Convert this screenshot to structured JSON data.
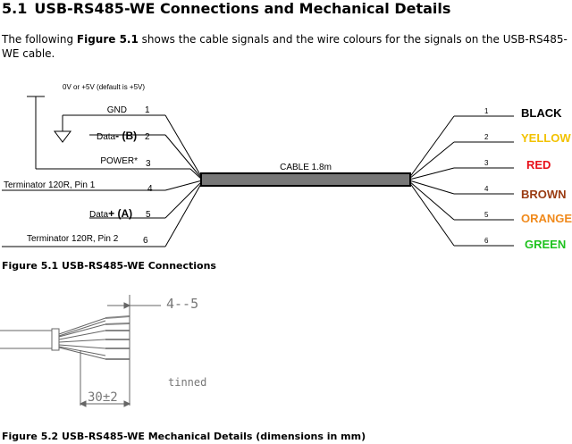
{
  "section": {
    "number": "5.1",
    "title": "USB-RS485-WE Connections and Mechanical Details"
  },
  "intro": {
    "before": "The following ",
    "ref": "Figure 5.1",
    "after": " shows the cable signals and the wire colours for the signals on the USB-RS485-WE cable."
  },
  "figure1": {
    "supply_note": "0V or +5V (default is +5V)",
    "cable_label": "CABLE 1.8m",
    "left_wires": [
      {
        "label": "GND",
        "pin": "1"
      },
      {
        "label": "Data",
        "suffix": "- (B)",
        "pin": "2"
      },
      {
        "label": "POWER*",
        "pin": "3"
      },
      {
        "label": "Terminator 120R, Pin 1",
        "pin": "4"
      },
      {
        "label": "Data",
        "suffix": "+ (A)",
        "pin": "5"
      },
      {
        "label": "Terminator 120R, Pin 2",
        "pin": "6"
      }
    ],
    "right_wires": [
      {
        "pin": "1",
        "colour": "BLACK",
        "hex": "#000000"
      },
      {
        "pin": "2",
        "colour": "YELLOW",
        "hex": "#f2c200"
      },
      {
        "pin": "3",
        "colour": "RED",
        "hex": "#e8101a"
      },
      {
        "pin": "4",
        "colour": "BROWN",
        "hex": "#9a3b12"
      },
      {
        "pin": "5",
        "colour": "ORANGE",
        "hex": "#f08a1c"
      },
      {
        "pin": "6",
        "colour": "GREEN",
        "hex": "#1ec21e"
      }
    ],
    "caption": "Figure 5.1 USB-RS485-WE Connections"
  },
  "figure2": {
    "strip_length": "4--5",
    "tinned_note": "tinned",
    "sheath_length": "30±2",
    "caption": "Figure 5.2 USB-RS485-WE Mechanical Details (dimensions in mm)"
  }
}
